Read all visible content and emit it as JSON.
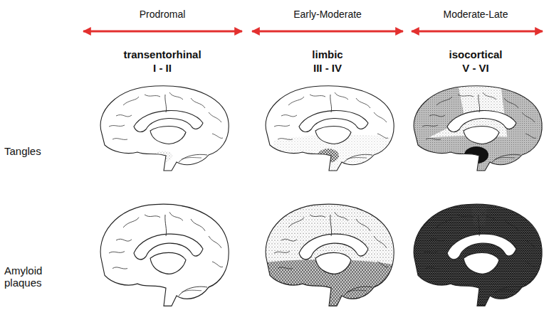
{
  "diagram": {
    "labels": [
      "Prodromal",
      "Early-Moderate",
      "Moderate-Late",
      "transentorhinal",
      "I - II",
      "limbic",
      "III - IV",
      "isocortical",
      "V - VI",
      "Tangles",
      "Amyloid plaques"
    ]
  }
}
